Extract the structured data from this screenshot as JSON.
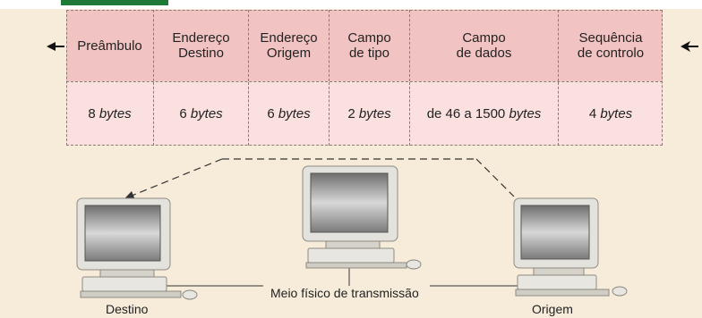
{
  "frame": {
    "fields": [
      {
        "header": "Preâmbulo",
        "size_num": "8",
        "size_unit": "bytes"
      },
      {
        "header": "Endereço\nDestino",
        "size_num": "6",
        "size_unit": "bytes"
      },
      {
        "header": "Endereço\nOrigem",
        "size_num": "6",
        "size_unit": "bytes"
      },
      {
        "header": "Campo\nde tipo",
        "size_num": "2",
        "size_unit": "bytes"
      },
      {
        "header": "Campo\nde dados",
        "size_num": "de 46 a 1500",
        "size_unit": "bytes"
      },
      {
        "header": "Sequência\nde controlo",
        "size_num": "4",
        "size_unit": "bytes"
      }
    ]
  },
  "network": {
    "medium_label": "Meio físico de transmissão",
    "destination_label": "Destino",
    "origin_label": "Origem"
  },
  "colors": {
    "background": "#f6ecd9",
    "header_fill": "#f2c3c3",
    "value_fill": "#fae1df",
    "accent_green": "#1f7a3a"
  }
}
